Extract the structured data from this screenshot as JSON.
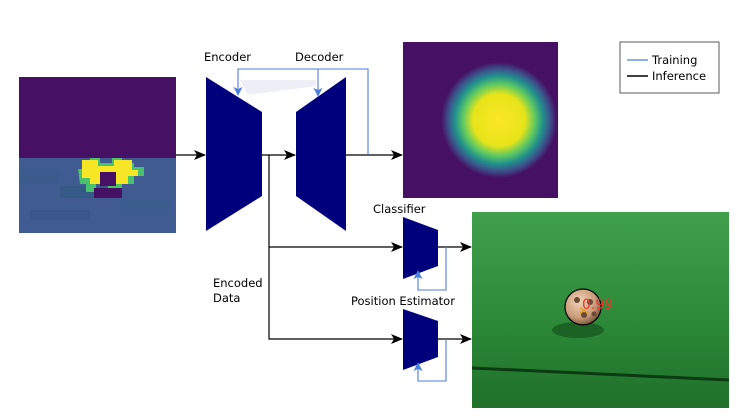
{
  "labels": {
    "encoder": "Encoder",
    "decoder": "Decoder",
    "classifier": "Classifier",
    "position_estimator": "Position Estimator",
    "encoded_line1": "Encoded",
    "encoded_line2": "Data"
  },
  "legend": {
    "training": "Training",
    "inference": "Inference"
  },
  "detection": {
    "score": "0.99"
  },
  "colors": {
    "block_fill": "#00007d",
    "training_line": "#4b7fdc",
    "inference_line": "#000000",
    "heatmap_bg": "#461064",
    "heatmap_hot": "#f6e626",
    "field_green": "#2e8b3a",
    "score_text": "#e23b2a"
  }
}
